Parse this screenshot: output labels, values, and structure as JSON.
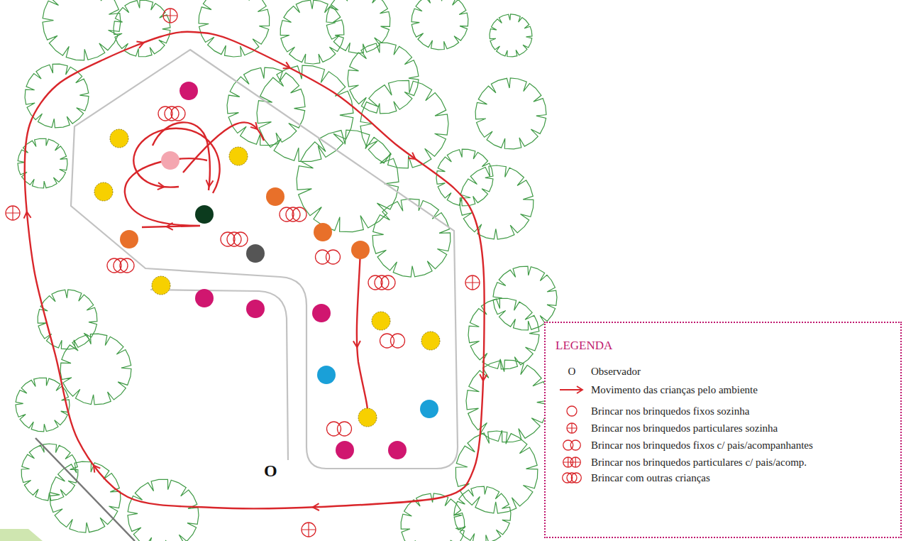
{
  "diagram": {
    "labels": [
      "O",
      "LEGENDA",
      "O"
    ],
    "legend": [
      {
        "text": "Observador"
      },
      {
        "text": "Movimento das crianças pelo ambiente"
      },
      {
        "text": "Brincar nos brinquedos fixos sozinha"
      },
      {
        "text": "Brincar nos brinquedos particulares sozinha"
      },
      {
        "text": "Brincar nos brinquedos fixos c/ pais/acompanhantes"
      },
      {
        "text": "Brincar nos brinquedos particulares c/ pais/acomp."
      },
      {
        "text": "Brincar com outras crianças"
      }
    ]
  }
}
